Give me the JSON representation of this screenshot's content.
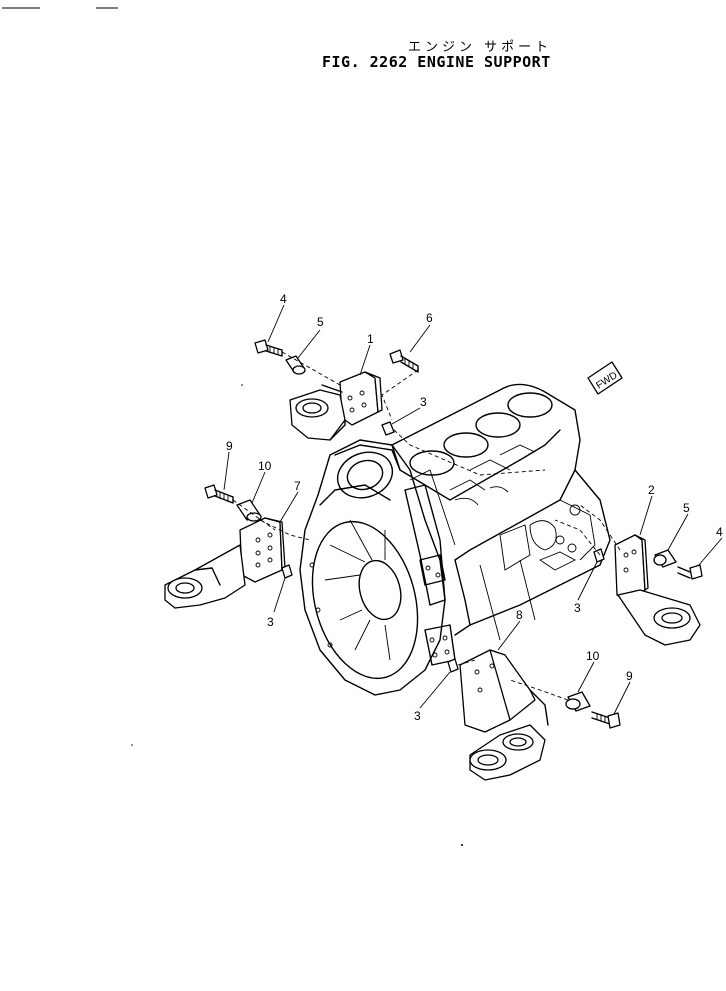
{
  "title": {
    "japanese": "エンジン サポート",
    "figure": "FIG. 2262  ENGINE  SUPPORT"
  },
  "fwd_tag": "FWD",
  "callouts": [
    {
      "id": "callout-4-top",
      "label": "4"
    },
    {
      "id": "callout-5-top",
      "label": "5"
    },
    {
      "id": "callout-1",
      "label": "1"
    },
    {
      "id": "callout-6",
      "label": "6"
    },
    {
      "id": "callout-3-top",
      "label": "3"
    },
    {
      "id": "callout-9-left",
      "label": "9"
    },
    {
      "id": "callout-10-left",
      "label": "10"
    },
    {
      "id": "callout-7",
      "label": "7"
    },
    {
      "id": "callout-3-left",
      "label": "3"
    },
    {
      "id": "callout-2",
      "label": "2"
    },
    {
      "id": "callout-5-right",
      "label": "5"
    },
    {
      "id": "callout-4-right",
      "label": "4"
    },
    {
      "id": "callout-3-right",
      "label": "3"
    },
    {
      "id": "callout-8",
      "label": "8"
    },
    {
      "id": "callout-10-bottom",
      "label": "10"
    },
    {
      "id": "callout-9-bottom",
      "label": "9"
    },
    {
      "id": "callout-3-bottom",
      "label": "3"
    }
  ]
}
